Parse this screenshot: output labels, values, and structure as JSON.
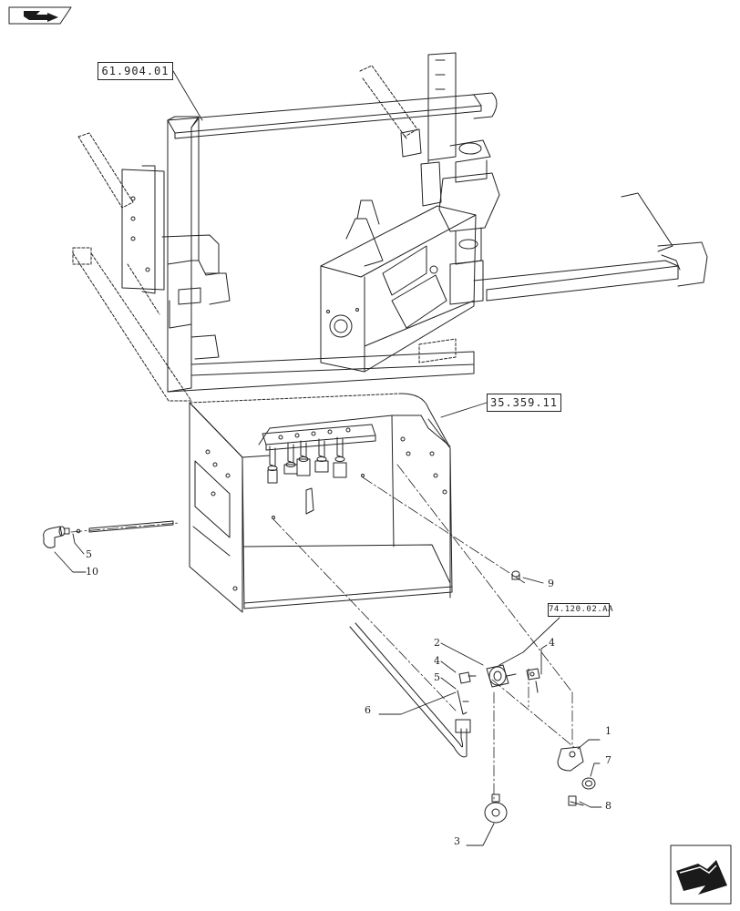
{
  "references": {
    "upper": "61.904.01",
    "middle": "35.359.11",
    "valve": "74.120.02.AA"
  },
  "callouts": {
    "c5_left": "5",
    "c10": "10",
    "c9": "9",
    "c2": "2",
    "c4_left": "4",
    "c5_right": "5",
    "c4_right": "4",
    "c6": "6",
    "c1": "1",
    "c7": "7",
    "c8": "8",
    "c3": "3"
  },
  "navigation": {
    "top_icon": "previous-page-icon",
    "bottom_icon": "next-page-icon"
  }
}
